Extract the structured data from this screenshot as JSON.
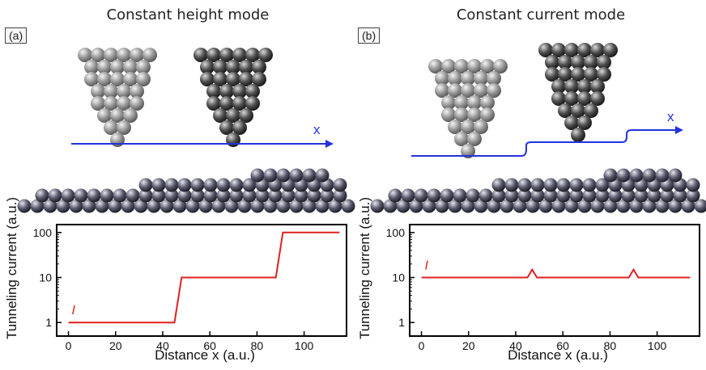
{
  "panels": [
    {
      "tag": "(a)",
      "title": "Constant height mode",
      "scan_label": "x",
      "current_label": "I",
      "chart_data": {
        "type": "line",
        "xlabel": "Distance x (a.u.)",
        "ylabel": "Tunneling current (a.u.)",
        "xlim": [
          -5,
          118
        ],
        "ylim": [
          0.5,
          150
        ],
        "yscale": "log",
        "xticks": [
          0,
          20,
          40,
          60,
          80,
          100
        ],
        "yticks": [
          1,
          10,
          100
        ],
        "series": [
          {
            "color": "#e02020",
            "x": [
              0,
              45,
              48,
              88,
              91,
              115
            ],
            "y": [
              1,
              1,
              10,
              10,
              100,
              100
            ]
          }
        ]
      }
    },
    {
      "tag": "(b)",
      "title": "Constant current mode",
      "scan_label": "x",
      "current_label": "I",
      "chart_data": {
        "type": "line",
        "xlabel": "Distance x (a.u.)",
        "ylabel": "Tunneling current (a.u.)",
        "xlim": [
          -5,
          118
        ],
        "ylim": [
          0.5,
          150
        ],
        "yscale": "log",
        "xticks": [
          0,
          20,
          40,
          60,
          80,
          100
        ],
        "yticks": [
          1,
          10,
          100
        ],
        "series": [
          {
            "color": "#e02020",
            "x": [
              0,
              45,
              47,
              49,
              88,
              90,
              92,
              114
            ],
            "y": [
              10,
              10,
              15,
              10,
              10,
              15,
              10,
              10
            ]
          }
        ]
      }
    }
  ]
}
